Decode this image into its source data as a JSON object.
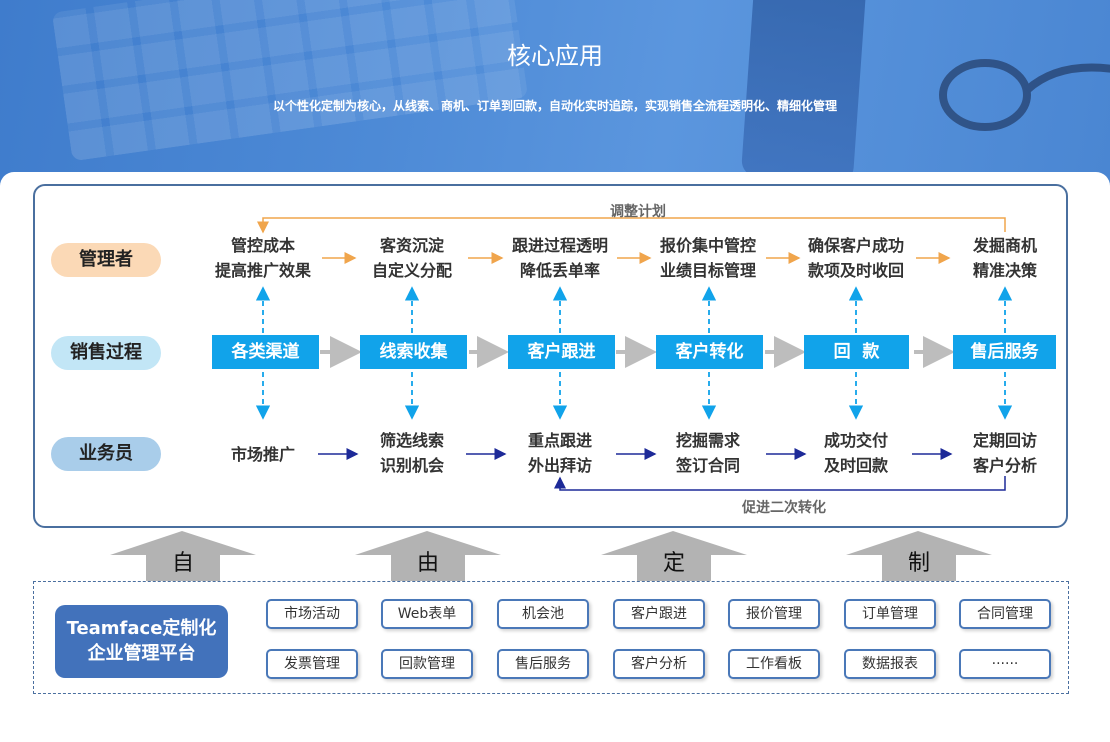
{
  "header": {
    "title": "核心应用",
    "subtitle": "以个性化定制为核心，从线索、商机、订单到回款，自动化实时追踪，实现销售全流程透明化、精细化管理"
  },
  "roles": [
    "管理者",
    "销售过程",
    "业务员"
  ],
  "manager_items": [
    [
      "管控成本",
      "提高推广效果"
    ],
    [
      "客资沉淀",
      "自定义分配"
    ],
    [
      "跟进过程透明",
      "降低丢单率"
    ],
    [
      "报价集中管控",
      "业绩目标管理"
    ],
    [
      "确保客户成功",
      "款项及时收回"
    ],
    [
      "发掘商机",
      "精准决策"
    ]
  ],
  "process_steps": [
    "各类渠道",
    "线索收集",
    "客户跟进",
    "客户转化",
    "回  款",
    "售后服务"
  ],
  "sales_items": [
    [
      "市场推广",
      ""
    ],
    [
      "筛选线索",
      "识别机会"
    ],
    [
      "重点跟进",
      "外出拜访"
    ],
    [
      "挖掘需求",
      "签订合同"
    ],
    [
      "成功交付",
      "及时回款"
    ],
    [
      "定期回访",
      "客户分析"
    ]
  ],
  "loop_labels": {
    "top": "调整计划",
    "bottom": "促进二次转化"
  },
  "big_arrows": [
    "自",
    "由",
    "定",
    "制"
  ],
  "platform": {
    "line1": "Teamface定制化",
    "line2": "企业管理平台"
  },
  "modules": [
    "市场活动",
    "Web表单",
    "机会池",
    "客户跟进",
    "报价管理",
    "订单管理",
    "合同管理",
    "发票管理",
    "回款管理",
    "售后服务",
    "客户分析",
    "工作看板",
    "数据报表",
    "······"
  ],
  "colors": {
    "manager_pill": "#fbd9b6",
    "process_pill": "#c2e6f6",
    "sales_pill": "#a9cdea",
    "step_blue": "#11a3ea",
    "orange_arrow": "#f0a54c",
    "navy_arrow": "#1d2a98",
    "gray_arrow": "#bdbdbd"
  }
}
